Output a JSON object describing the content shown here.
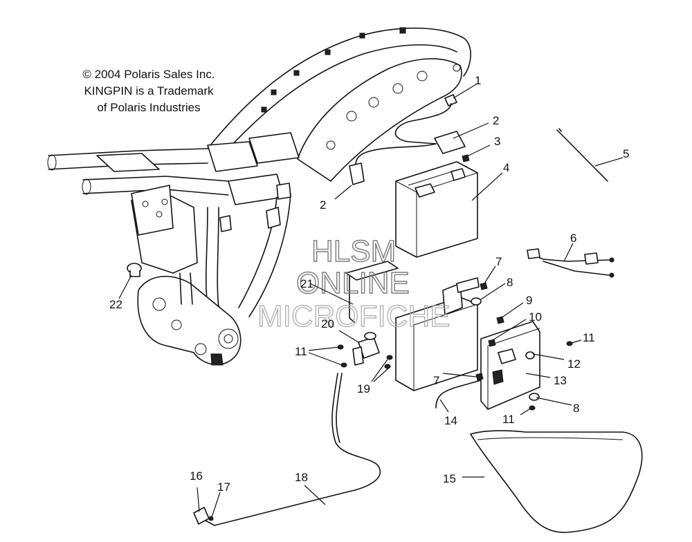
{
  "copyright": {
    "line1": "© 2004 Polaris Sales Inc.",
    "line2": "KINGPIN is a Trademark",
    "line3": "of Polaris Industries"
  },
  "watermark": {
    "line1": "HLSM",
    "line2": "ONLINE",
    "line3": "MICROFICHE"
  },
  "callouts": [
    "1",
    "2",
    "3",
    "4",
    "5",
    "2",
    "6",
    "7",
    "8",
    "9",
    "10",
    "11",
    "12",
    "13",
    "8",
    "11",
    "7",
    "14",
    "15",
    "16",
    "17",
    "18",
    "19",
    "20",
    "21",
    "22",
    "11"
  ]
}
